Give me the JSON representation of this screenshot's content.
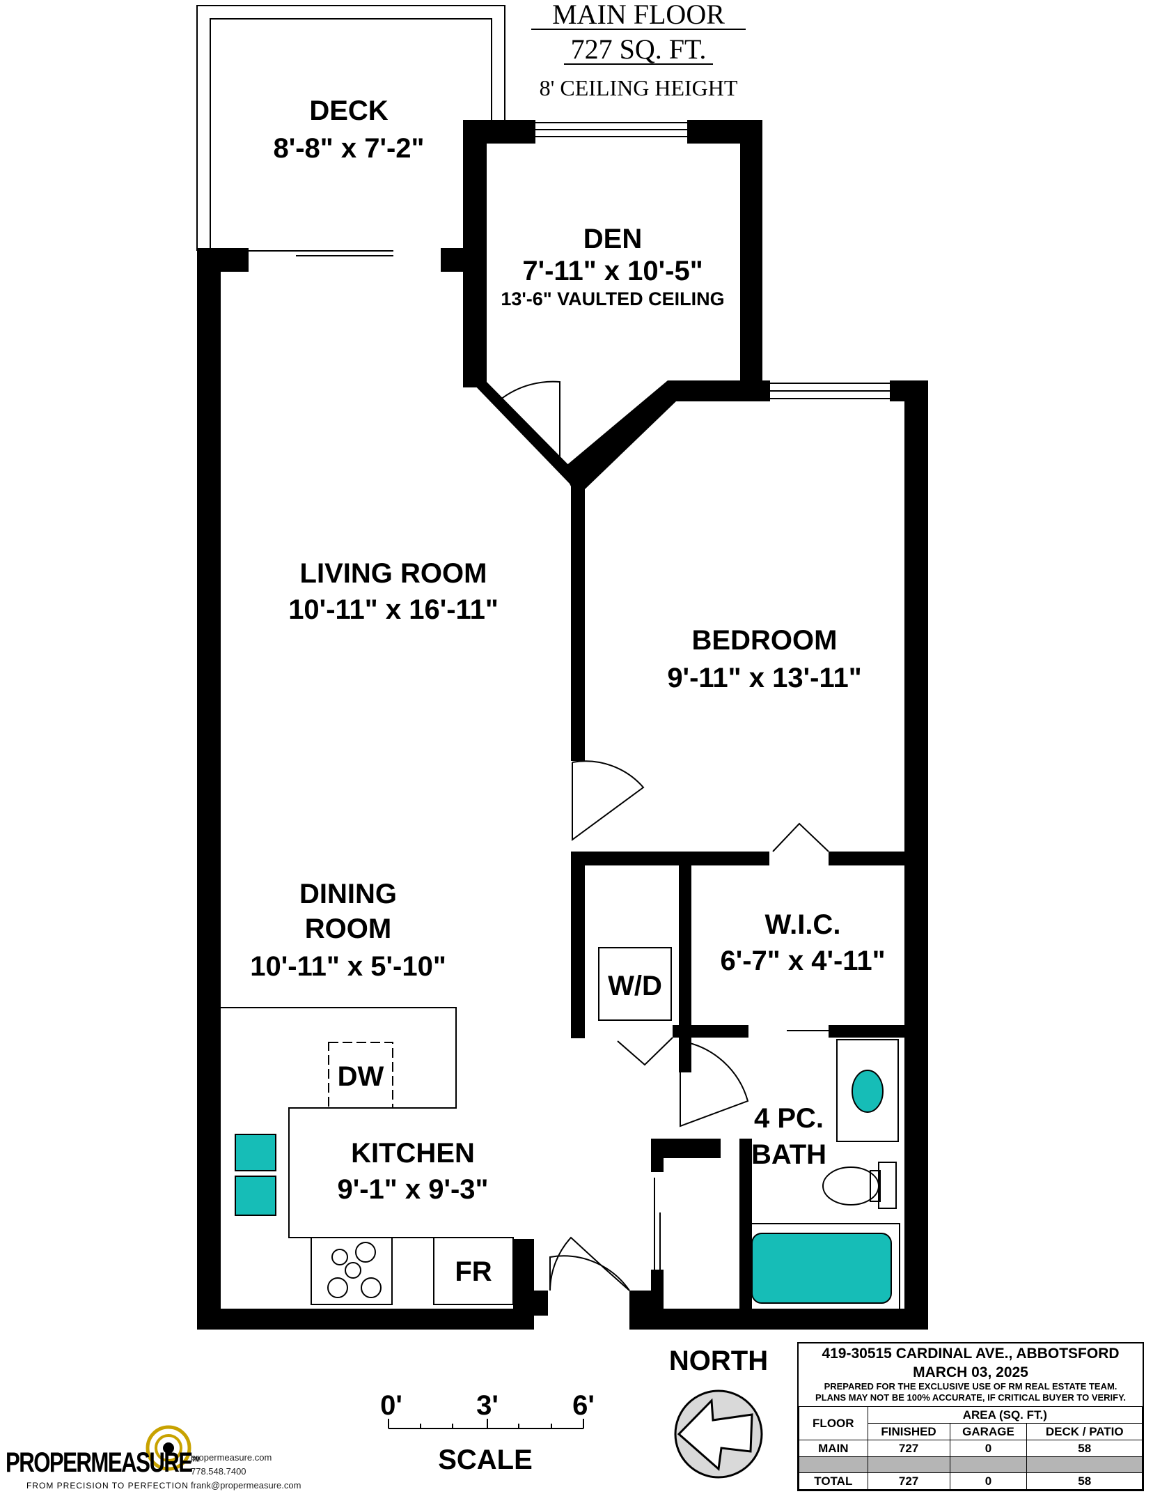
{
  "header": {
    "floor": "MAIN FLOOR",
    "area": "727 SQ. FT.",
    "ceiling": "8' CEILING HEIGHT"
  },
  "rooms": {
    "deck": {
      "name": "DECK",
      "size": "8'-8\" x 7'-2\""
    },
    "den": {
      "name": "DEN",
      "size": "7'-11\" x 10'-5\"",
      "note": "13'-6\" VAULTED CEILING"
    },
    "living": {
      "name": "LIVING ROOM",
      "size": "10'-11\" x 16'-11\""
    },
    "bedroom": {
      "name": "BEDROOM",
      "size": "9'-11\" x 13'-11\""
    },
    "dining": {
      "name_line1": "DINING",
      "name_line2": "ROOM",
      "size": "10'-11\" x 5'-10\""
    },
    "wic": {
      "name": "W.I.C.",
      "size": "6'-7\" x 4'-11\""
    },
    "kitchen": {
      "name": "KITCHEN",
      "size": "9'-1\" x 9'-3\""
    },
    "bath": {
      "line1": "4 PC.",
      "line2": "BATH"
    }
  },
  "fixtures": {
    "dishwasher": "DW",
    "washer_dryer": "W/D",
    "fridge": "FR",
    "fixture_color": "#16bdb7"
  },
  "compass": {
    "label": "NORTH"
  },
  "scale": {
    "ticks": [
      "0'",
      "3'",
      "6'"
    ],
    "label": "SCALE"
  },
  "info": {
    "address": "419-30515 CARDINAL AVE., ABBOTSFORD",
    "date": "MARCH 03, 2025",
    "note1": "PREPARED FOR THE EXCLUSIVE USE OF RM REAL ESTATE TEAM.",
    "note2": "PLANS MAY NOT BE 100% ACCURATE, IF CRITICAL BUYER TO VERIFY.",
    "table": {
      "floor_header": "FLOOR",
      "area_header": "AREA (SQ. FT.)",
      "columns": [
        "FINISHED",
        "GARAGE",
        "DECK / PATIO"
      ],
      "main": {
        "label": "MAIN",
        "values": [
          "727",
          "0",
          "58"
        ]
      },
      "total": {
        "label": "TOTAL",
        "values": [
          "727",
          "0",
          "58"
        ]
      }
    }
  },
  "logo": {
    "brand_part1": "PROPER",
    "brand_part2": "MEASURE",
    "tm": "TM",
    "tagline": "FROM PRECISION TO PERFECTION",
    "website": "propermeasure.com",
    "phone": "778.548.7400",
    "email": "frank@propermeasure.com"
  }
}
